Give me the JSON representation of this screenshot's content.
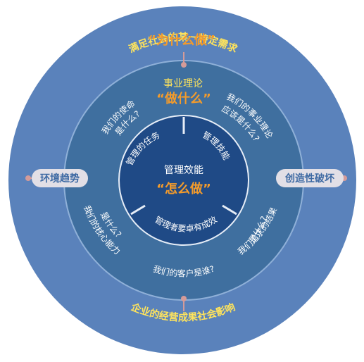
{
  "colors": {
    "outer_ring": "#5a82bb",
    "middle_ring": "#3f6f9f",
    "inner_circle": "#1f4a86",
    "dividers": "#e6edf7",
    "text_white": "#ffffff",
    "text_yellow": "#ffe45c",
    "text_orange": "#f39b2b",
    "pill_bg": "#e2dfe6",
    "pill_text": "#3d69a3",
    "connector": "#d49b99"
  },
  "outer_ring": {
    "top_label": "满足社会的某一特定需求",
    "top_emphasis": "“为什么做”",
    "bottom_label": "企业的经营成果社会影响",
    "left_pill": "环境趋势",
    "right_pill": "创造性破坏"
  },
  "middle_ring": {
    "top_label": "事业理论",
    "top_emphasis": "“做什么”",
    "q_mission_1": "我们的使命",
    "q_mission_2": "是什么?",
    "q_theory_1": "我们的事业理论",
    "q_theory_2": "应该是什么?",
    "q_core_1": "我们的核心能力",
    "q_core_2": "是什么?",
    "q_results_1": "我们追求的结果",
    "q_results_2": "是什么?",
    "q_customer": "我们的客户是谁?"
  },
  "inner_circle": {
    "title": "管理效能",
    "emphasis": "“怎么做”",
    "seg_tasks": "管理的任务",
    "seg_skills": "管理技能",
    "seg_effective": "管理者要卓有成效"
  }
}
